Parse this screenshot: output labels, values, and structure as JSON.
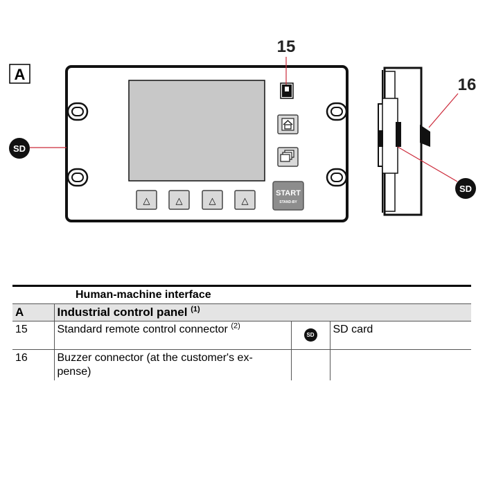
{
  "figure": {
    "section_letter": "A",
    "callouts": {
      "c15": "15",
      "c16": "16",
      "sd_left": "SD",
      "sd_right": "SD"
    },
    "start_button": {
      "line1": "START",
      "line2": "STAND-BY"
    },
    "arrow_buttons": [
      "△",
      "△",
      "△",
      "△"
    ]
  },
  "table": {
    "caption": "Human-machine interface",
    "header": {
      "letter": "A",
      "title": "Industrial control panel",
      "note": "(1)"
    },
    "rows": [
      {
        "num": "15",
        "desc": "Standard remote control connector",
        "note": "(2)",
        "icon": "SD",
        "icon_name": "sd-card-icon",
        "icon_desc": "SD card"
      },
      {
        "num": "16",
        "desc_line1": "Buzzer connector (at the customer's ex-",
        "desc_line2": "pense)"
      }
    ]
  }
}
